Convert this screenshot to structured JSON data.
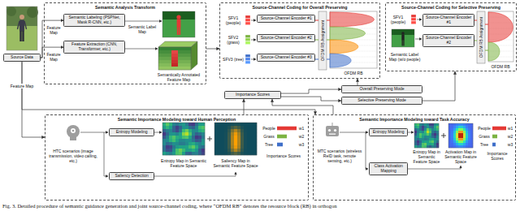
{
  "diagram": {
    "caption": "Fig. 3. Detailed procedure of semantic guidance generation and joint source-channel coding, where “OFDM RB” denotes the resource block (RB) in orthogon",
    "nodes": [
      {
        "text": [
          "Source Data"
        ]
      },
      {
        "text": [
          "Semantic Analysis Transform"
        ]
      },
      {
        "text": [
          "Semantic Labeling (PSPNet, Mask R-CNN, etc.)"
        ],
        "in": 1
      },
      {
        "text": [
          "Feature Extraction (CNN, Transformer, etc.)"
        ],
        "in": 1
      },
      {
        "text": [
          "Source-Channel Coding for Overall Preserving"
        ]
      },
      {
        "text": [
          "Source-Channel Encoder #1"
        ],
        "in": 4
      },
      {
        "text": [
          "Source-Channel Encoder #2"
        ],
        "in": 4
      },
      {
        "text": [
          "Source-Channel Encoder #3"
        ],
        "in": 4
      },
      {
        "text": [
          "Source-Channel Coding for Selective Preserving"
        ]
      },
      {
        "text": [
          "Source-Channel Encoder #1"
        ],
        "in": 8
      },
      {
        "text": [
          "Source-Channel Encoder #2"
        ],
        "in": 8
      },
      {
        "text": [
          "Importance Scores"
        ]
      },
      {
        "text": [
          "Overall Preserving Mode"
        ]
      },
      {
        "text": [
          "Selective Preserving Mode"
        ]
      },
      {
        "text": [
          "Semantic Importance Modeling toward Human Perception"
        ]
      },
      {
        "text": [
          "Entropy Modeling"
        ],
        "in": 14
      },
      {
        "text": [
          "Saliency Detection"
        ],
        "in": 14
      },
      {
        "text": [
          "Semantic Importance Modeling toward Task Accuracy"
        ]
      },
      {
        "text": [
          "Entropy Modeling"
        ],
        "in": 17
      },
      {
        "text": [
          "Class Activation Mapping"
        ],
        "in": 17
      }
    ],
    "edges": [
      {
        "from": 0,
        "to": 2,
        "arrow": "to"
      },
      {
        "from": 0,
        "to": 3,
        "arrow": "to"
      },
      {
        "from": 1,
        "to": 4,
        "arrow": "to"
      },
      {
        "from": 0,
        "to": 14,
        "label": "Feature Map",
        "arrow": "to"
      },
      {
        "from": 0,
        "to": 17,
        "arrow": "to"
      },
      {
        "from": 14,
        "to": 11,
        "arrow": "to"
      },
      {
        "from": 17,
        "to": 11,
        "arrow": "to"
      },
      {
        "from": 11,
        "to": 12,
        "arrow": "to"
      },
      {
        "from": 11,
        "to": 13,
        "arrow": "to"
      },
      {
        "from": 12,
        "to": 4,
        "arrow": "to"
      },
      {
        "from": 13,
        "to": 8,
        "arrow": "to"
      }
    ],
    "labels": [
      "Feature Map",
      "Feature Map",
      "Semantic Label Map",
      "Semantically Annotated Feature Map",
      "SFV1 (people)",
      "SFV2 (grass)",
      "SFV3 (tree)",
      "OFDM RB Assignment",
      "OFDM RB",
      "SFV1 (people)",
      "Semantic Label Map (w/o people)",
      "OFDM RB Assignment",
      "OFDM RB",
      "HTC scenarios (image transmission, video calling, etc.)",
      "Entropy Map in Semantic Feature Space",
      "Saliency Map in Semantic Feature Space",
      "People",
      "w1",
      "Grass",
      "w2",
      "Tree",
      "w3",
      "Importance Scores",
      "MTC scenarios (wireless ReID task, remote sensing, etc.)",
      "Entropy Map in Semantic Feature Space",
      "Activation Map in Semantic Feature Space",
      "People",
      "w1",
      "Grass",
      "w2",
      "Tree",
      "w3",
      "Importance Scores"
    ]
  }
}
